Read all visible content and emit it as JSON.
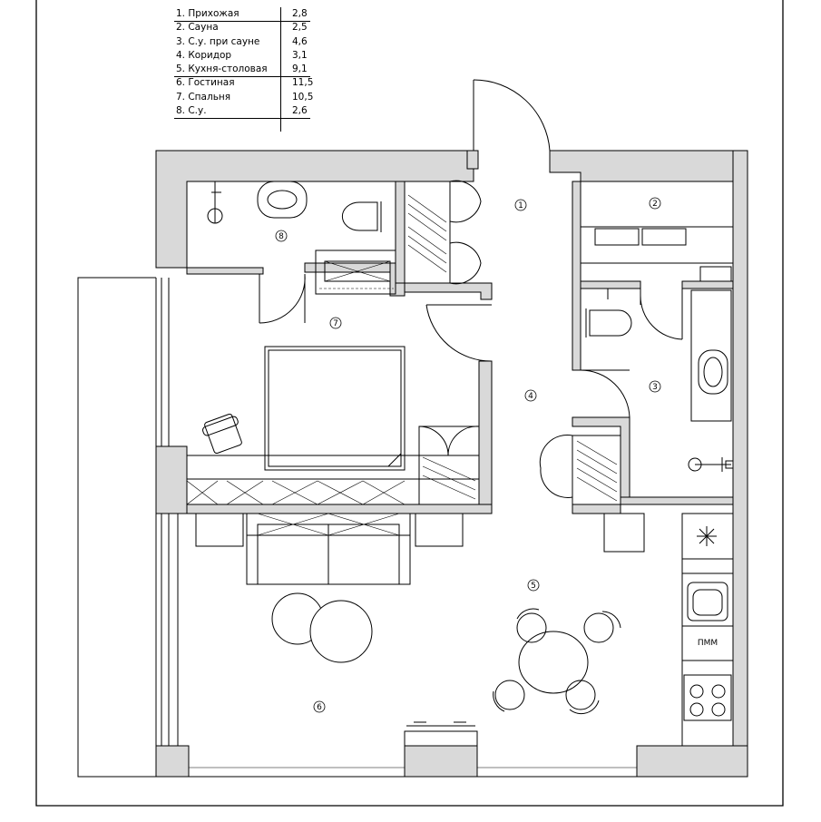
{
  "legend": [
    {
      "label": "1. Прихожая",
      "area": "2,8"
    },
    {
      "label": "2. Сауна",
      "area": "2,5"
    },
    {
      "label": "3. С.у. при сауне",
      "area": "4,6"
    },
    {
      "label": "4. Коридор",
      "area": "3,1"
    },
    {
      "label": "5. Кухня-столовая",
      "area": "9,1"
    },
    {
      "label": "6. Гостиная",
      "area": "11,5"
    },
    {
      "label": "7. Спальня",
      "area": "10,5"
    },
    {
      "label": "8. С.у.",
      "area": "2,6"
    }
  ],
  "room_numbers": [
    "1",
    "2",
    "3",
    "4",
    "5",
    "6",
    "7",
    "8"
  ],
  "appliance_label": "ПММ",
  "colors": {
    "wall_fill": "#d9d9d9",
    "line": "#000000",
    "background": "#ffffff"
  }
}
